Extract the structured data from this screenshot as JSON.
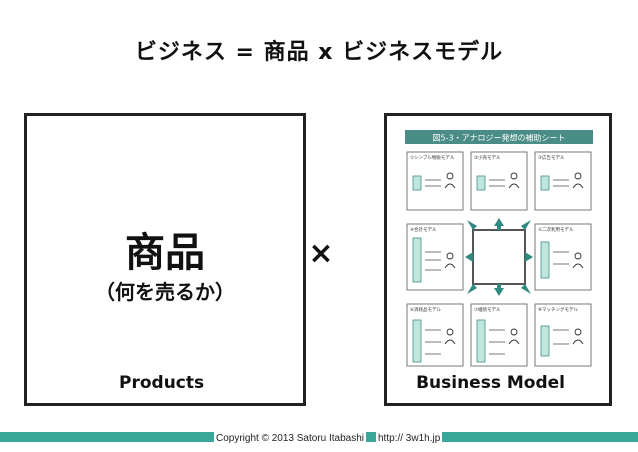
{
  "title": "ビジネス = 商品 x ビジネスモデル",
  "left_box": {
    "label": "商品",
    "sublabel": "（何を売るか）",
    "caption": "Products"
  },
  "operator": "×",
  "right_box": {
    "caption": "Business Model",
    "sheet": {
      "header": "図5-3・アナロジー発想の補助シート",
      "cells": [
        "①シンプル物販モデル",
        "②小売モデル",
        "③広告モデル",
        "④合計モデル",
        "⑤二次利用モデル",
        "⑥消耗品モデル",
        "⑦継続モデル",
        "⑧マッチングモデル"
      ]
    }
  },
  "footer": {
    "copyright": "Copyright © 2013 Satoru Itabashi",
    "url": "http:// 3w1h.jp"
  },
  "colors": {
    "accent": "#3aa79b",
    "sheet_header": "#4a8c86",
    "arrow": "#2e8a80"
  }
}
